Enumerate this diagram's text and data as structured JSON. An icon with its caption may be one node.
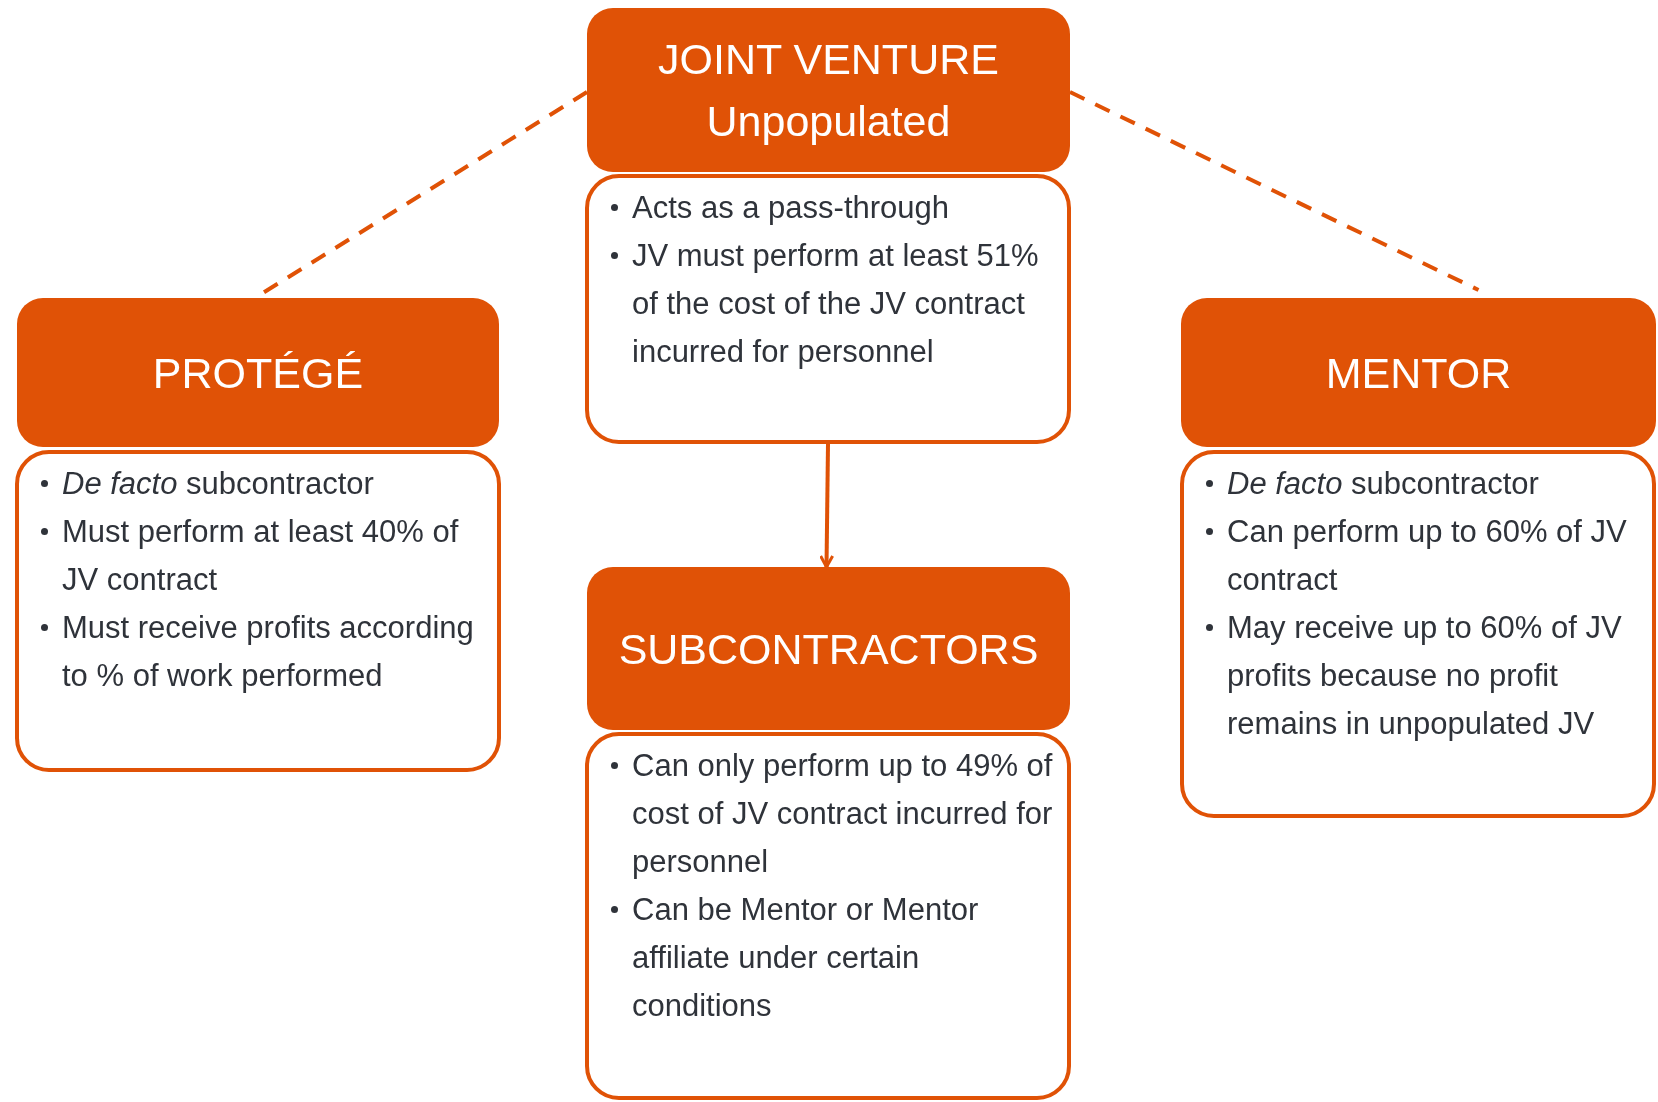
{
  "diagram": {
    "nodes": [
      {
        "text": [
          "JOINT VENTURE",
          "Unpopulated"
        ]
      },
      {
        "text": [
          "Acts as a pass-through",
          "JV must perform at least 51% of the cost of the JV contract incurred for personnel"
        ]
      },
      {
        "text": [
          "PROTÉGÉ"
        ]
      },
      {
        "text": [
          "*De facto* subcontractor",
          "Must perform at least 40% of JV contract",
          "Must receive profits according to % of work performed"
        ]
      },
      {
        "text": [
          "MENTOR"
        ]
      },
      {
        "text": [
          "*De facto* subcontractor",
          "Can perform up to 60% of JV contract",
          "May receive up to 60% of JV profits because no profit remains in unpopulated JV"
        ]
      },
      {
        "text": [
          "SUBCONTRACTORS"
        ]
      },
      {
        "text": [
          "Can only perform up to 49% of cost of JV contract incurred for personnel",
          "Can be Mentor or Mentor affiliate under certain conditions"
        ]
      }
    ],
    "edges": [
      {
        "from": 0,
        "to": 2,
        "arrow": "none",
        "style": "dashed"
      },
      {
        "from": 0,
        "to": 4,
        "arrow": "none",
        "style": "dashed"
      },
      {
        "from": 1,
        "to": 6,
        "arrow": "to"
      }
    ]
  }
}
